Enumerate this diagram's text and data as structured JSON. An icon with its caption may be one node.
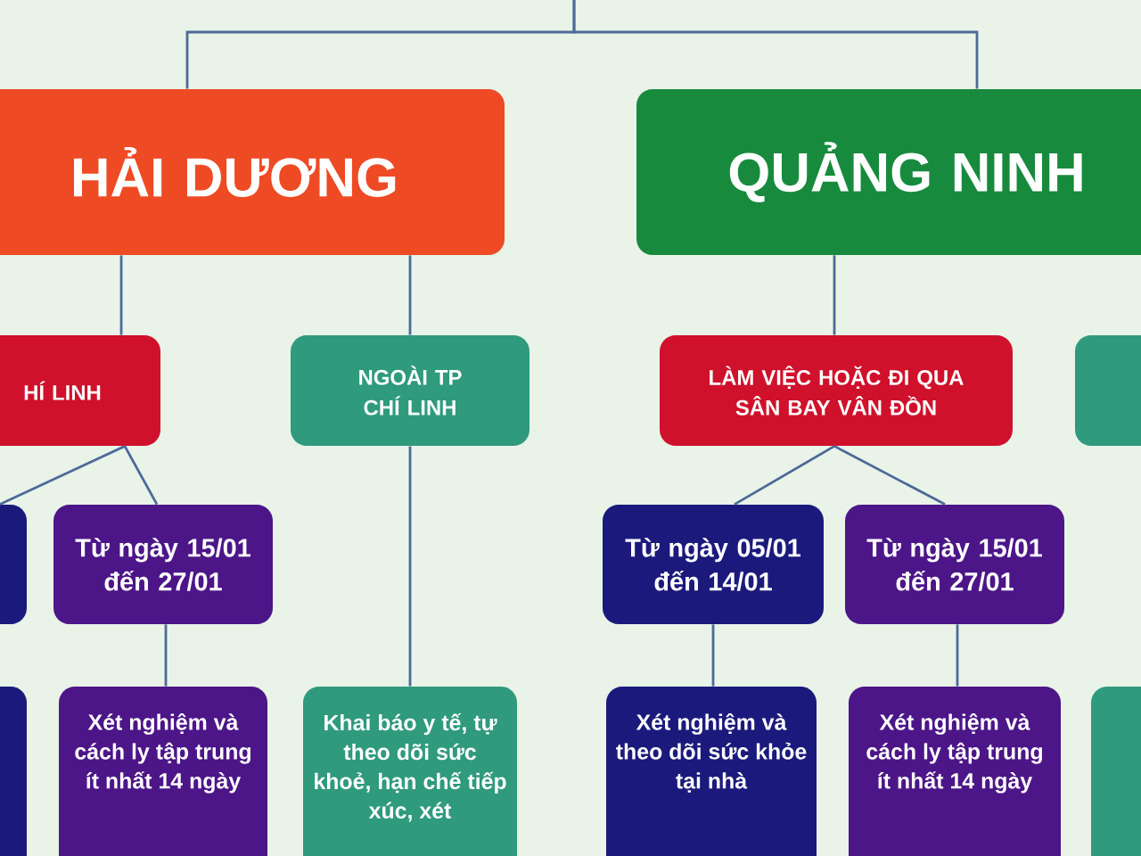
{
  "diagram": {
    "nodes": [
      {
        "text": [
          "HẢI DƯƠNG"
        ]
      },
      {
        "text": [
          "QUẢNG NINH"
        ]
      },
      {
        "text": [
          "HÍ LINH"
        ]
      },
      {
        "text": [
          "NGOÀI TP CHÍ LINH"
        ]
      },
      {
        "text": [
          "LÀM VIỆC HOẶC ĐI QUA SÂN BAY VÂN ĐỒN"
        ]
      },
      {
        "text": [],
        "shape": "box"
      },
      {
        "text": [],
        "shape": "box"
      },
      {
        "text": [
          "Từ ngày 15/01 đến 27/01"
        ]
      },
      {
        "text": [
          "Từ ngày 05/01 đến 14/01"
        ]
      },
      {
        "text": [
          "Từ ngày 15/01 đến 27/01"
        ]
      },
      {
        "text": [],
        "shape": "box"
      },
      {
        "text": [
          "Xét nghiệm và cách ly tập trung ít nhất 14 ngày"
        ]
      },
      {
        "text": [
          "Khai báo y tế, tự theo dõi sức khoẻ, hạn chế tiếp xúc, xét"
        ]
      },
      {
        "text": [
          "Xét nghiệm và theo dõi sức khỏe tại nhà"
        ]
      },
      {
        "text": [
          "Xét nghiệm và cách ly tập trung ít nhất 14 ngày"
        ]
      },
      {
        "text": [],
        "shape": "box"
      }
    ],
    "edges": [
      {
        "from": null,
        "to": 0,
        "arrow": "none"
      },
      {
        "from": null,
        "to": 1,
        "arrow": "none"
      },
      {
        "from": 0,
        "to": 2,
        "arrow": "none"
      },
      {
        "from": 0,
        "to": 3,
        "arrow": "none"
      },
      {
        "from": 1,
        "to": 4,
        "arrow": "none"
      },
      {
        "from": 2,
        "to": 6,
        "arrow": "none"
      },
      {
        "from": 2,
        "to": 7,
        "arrow": "none"
      },
      {
        "from": 4,
        "to": 8,
        "arrow": "none"
      },
      {
        "from": 4,
        "to": 9,
        "arrow": "none"
      },
      {
        "from": 7,
        "to": 11,
        "arrow": "none"
      },
      {
        "from": 3,
        "to": 12,
        "arrow": "none"
      },
      {
        "from": 8,
        "to": 13,
        "arrow": "none"
      },
      {
        "from": 9,
        "to": 14,
        "arrow": "none"
      }
    ]
  }
}
